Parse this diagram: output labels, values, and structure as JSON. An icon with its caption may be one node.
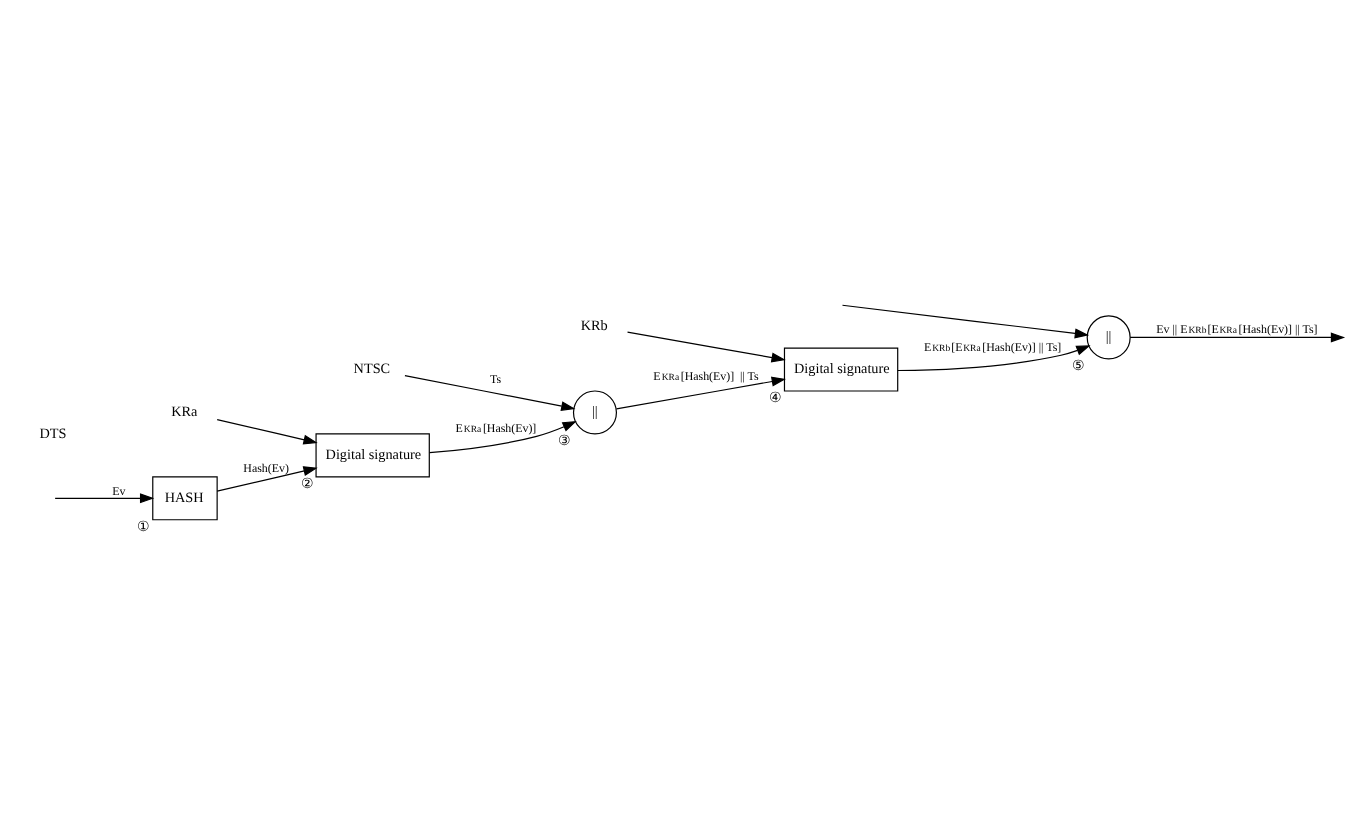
{
  "diagram": {
    "nodes": [
      {
        "text": [
          "HASH"
        ],
        "beside": [
          "①"
        ]
      },
      {
        "text": [
          "Digital signature"
        ],
        "beside": [
          "②"
        ]
      },
      {
        "text": [
          "||"
        ],
        "beside": [
          "③"
        ]
      },
      {
        "text": [
          "Digital signature"
        ],
        "beside": [
          "④"
        ]
      },
      {
        "text": [
          "||"
        ],
        "beside": [
          "⑤"
        ]
      },
      {
        "text": [
          "KRa"
        ]
      },
      {
        "text": [
          "NTSC"
        ]
      },
      {
        "text": [
          "KRb"
        ]
      }
    ],
    "edges": [
      {
        "from": null,
        "to": 0,
        "arrow": "to",
        "label": "Ev"
      },
      {
        "from": null,
        "to": 4,
        "arrow": "to"
      },
      {
        "from": 0,
        "to": 1,
        "arrow": "to",
        "label": "Hash(Ev)"
      },
      {
        "from": 5,
        "to": 1,
        "arrow": "to"
      },
      {
        "from": 1,
        "to": 2,
        "arrow": "to",
        "label": "E$_{KRa}$[Hash(Ev)]"
      },
      {
        "from": 6,
        "to": 2,
        "arrow": "to",
        "label": "Ts"
      },
      {
        "from": 2,
        "to": 3,
        "arrow": "to",
        "label": "E$_{KRa}$[Hash(Ev)]  || Ts"
      },
      {
        "from": 7,
        "to": 3,
        "arrow": "to"
      },
      {
        "from": 3,
        "to": 4,
        "arrow": "to",
        "label": "E$_{KRb}$[E$_{KRa}$[Hash(Ev)] || Ts]"
      },
      {
        "from": 4,
        "to": null,
        "arrow": "to",
        "label": "Ev || E$_{KRb}$[E$_{KRa}$[Hash(Ev)] || Ts]"
      }
    ],
    "labels": [
      "DTS"
    ]
  }
}
